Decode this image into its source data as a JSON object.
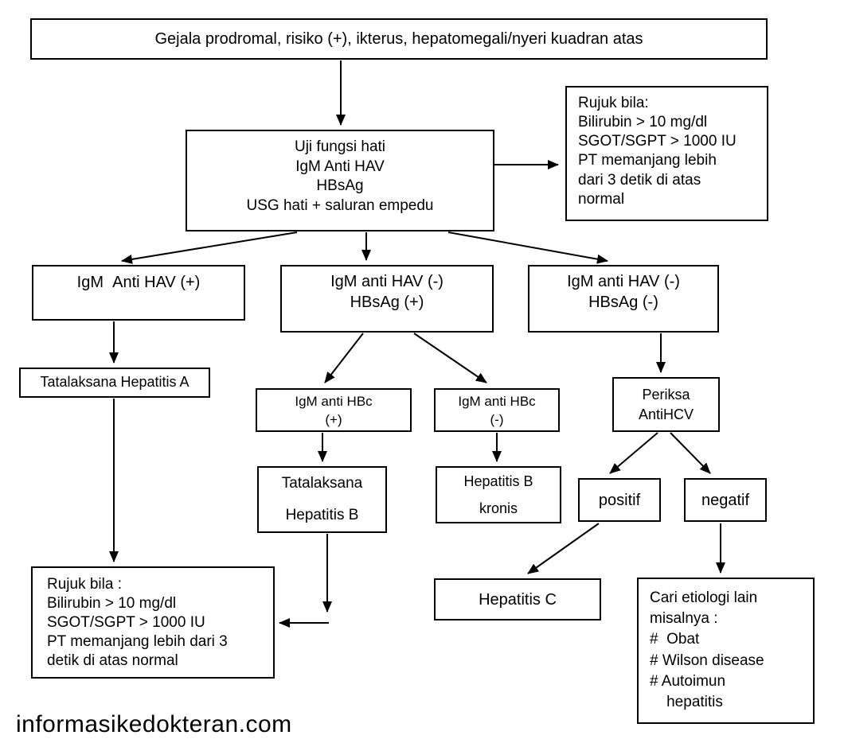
{
  "page": {
    "watermark": "informasikedokteran.com"
  },
  "flowchart": {
    "nodes": {
      "start": {
        "label": "Gejala prodromal, risiko (+), ikterus, hepatomegali/nyeri kuadran atas"
      },
      "workup": {
        "label": "Uji fungsi hati\nIgM Anti HAV\nHBsAg\nUSG hati + saluran empedu"
      },
      "rujuk_top": {
        "label": "Rujuk bila:\nBilirubin > 10 mg/dl\nSGOT/SGPT > 1000 IU\nPT memanjang lebih\ndari 3 detik di atas\nnormal"
      },
      "hav_pos": {
        "label": "IgM  Anti HAV (+)"
      },
      "hav_neg_hbsag_pos": {
        "label": "IgM anti HAV (-)\nHBsAg (+)"
      },
      "hav_neg_hbsag_neg": {
        "label": "IgM anti HAV (-)\nHBsAg (-)"
      },
      "tatalaksana_a": {
        "label": "Tatalaksana Hepatitis A"
      },
      "hbc_pos": {
        "label": "IgM anti HBc\n(+)"
      },
      "hbc_neg": {
        "label": "IgM anti HBc\n(-)"
      },
      "tatalaksana_b": {
        "label": "Tatalaksana\nHepatitis B"
      },
      "hep_b_kronis": {
        "label": "Hepatitis B\nkronis"
      },
      "periksa_antihcv": {
        "label": "Periksa\nAntiHCV"
      },
      "positif": {
        "label": "positif"
      },
      "negatif": {
        "label": "negatif"
      },
      "hepatitis_c": {
        "label": "Hepatitis C"
      },
      "rujuk_bottom": {
        "label": "Rujuk bila :\nBilirubin > 10 mg/dl\nSGOT/SGPT > 1000 IU\nPT memanjang lebih dari 3\ndetik di atas normal"
      },
      "cari_etiologi": {
        "label": "Cari etiologi lain\nmisalnya :\n#  Obat\n# Wilson disease\n# Autoimun\n    hepatitis"
      }
    }
  }
}
